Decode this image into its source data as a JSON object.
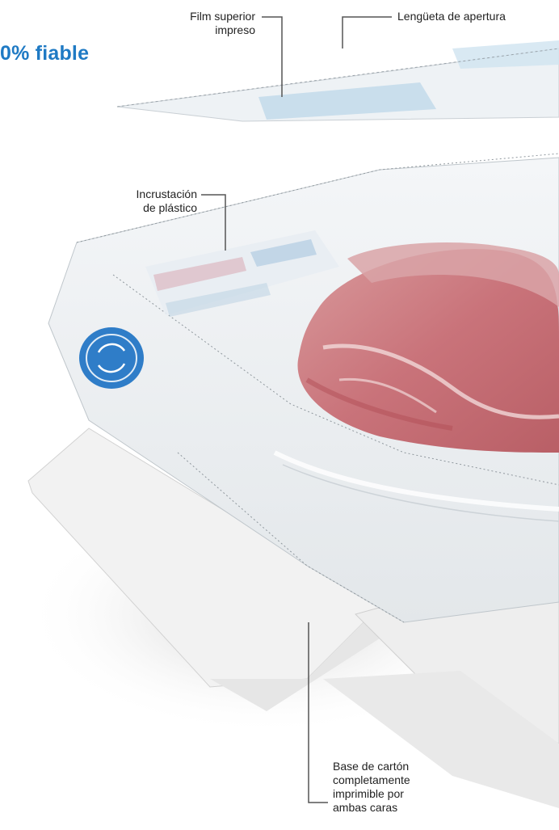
{
  "headline": "0% fiable",
  "callouts": {
    "film": "Film superior\nimpreso",
    "tab": "Lengüeta de apertura",
    "insert": "Incrustación\nde plástico",
    "base": "Base de cartón\ncompletamente\nimprimible por\nambas caras"
  },
  "colors": {
    "headline": "#1f7ac4",
    "leader": "#555555",
    "meat": "#c9737a",
    "badge": "#2f7dc8"
  },
  "icons": {
    "badge": "recycle-badge-icon"
  }
}
